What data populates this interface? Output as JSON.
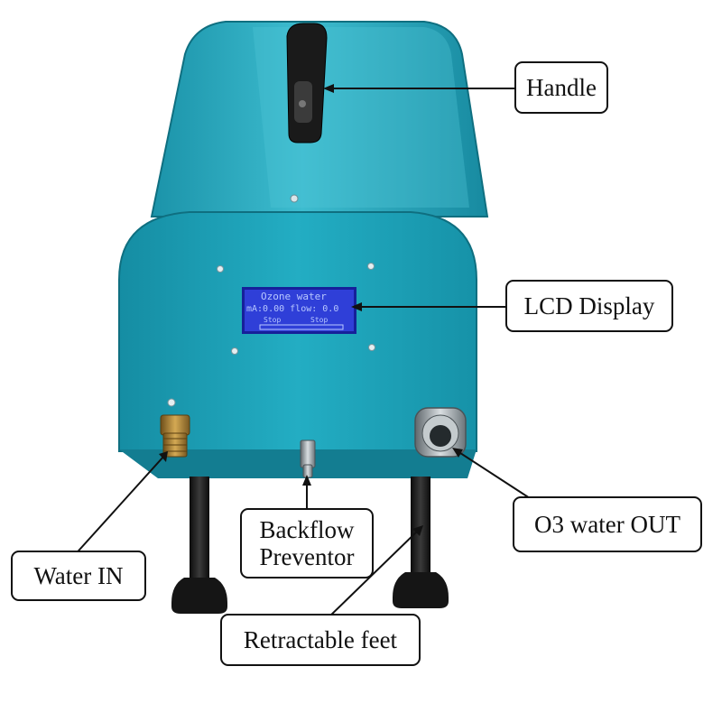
{
  "labels": {
    "handle": "Handle",
    "lcd_display": "LCD Display",
    "water_in": "Water IN",
    "backflow_line1": "Backflow",
    "backflow_line2": "Preventor",
    "o3_water_out": "O3 water OUT",
    "retractable_feet": "Retractable feet"
  },
  "lcd": {
    "line1": "Ozone water",
    "line2": "mA:0.00 flow: 0.0",
    "status_left": "Stop",
    "status_right": "Stop"
  },
  "colors": {
    "body": "#1ea6bd",
    "body_dark": "#167f92",
    "body_light": "#5cc8da",
    "lcd_bg": "#2f3fd8",
    "leg": "#1b1b1b",
    "brass": "#b58a3c",
    "steel": "#9aa3a8"
  }
}
